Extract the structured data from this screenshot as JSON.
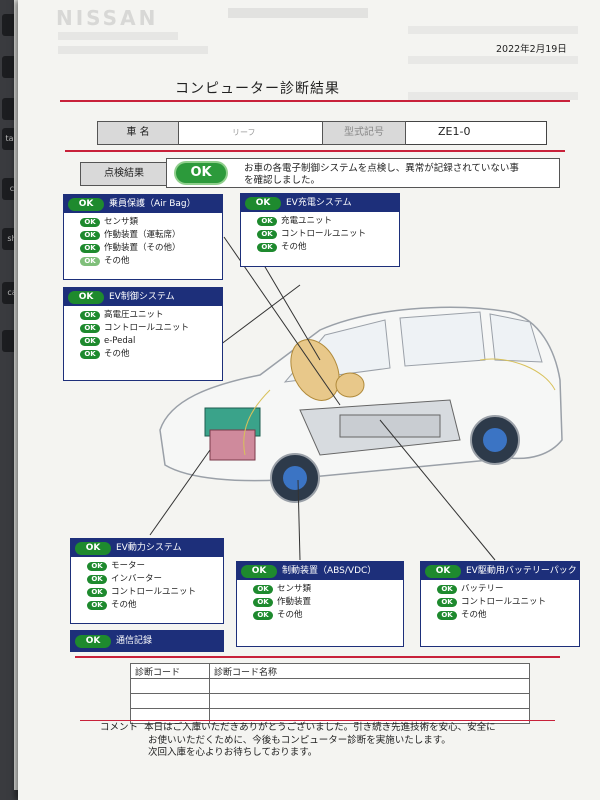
{
  "header": {
    "date": "2022年2月19日",
    "title": "コンピューター診断結果"
  },
  "vehicle": {
    "name_label": "車 名",
    "name_value": "リーフ",
    "model_label": "型式記号",
    "model_value": "ZE1-0"
  },
  "inspection": {
    "label": "点検結果",
    "status": "OK",
    "message_line1": "お車の各電子制御システムを点検し、異常が記録されていない事",
    "message_line2": "を確認しました。"
  },
  "panels": {
    "airbag": {
      "status": "OK",
      "title": "乗員保護（Air Bag）",
      "items": [
        {
          "status": "OK",
          "label": "センサ類"
        },
        {
          "status": "OK",
          "label": "作動装置（運転席）"
        },
        {
          "status": "OK",
          "label": "作動装置（その他）"
        },
        {
          "status": "OK",
          "label": "その他"
        }
      ]
    },
    "charge": {
      "status": "OK",
      "title": "EV充電システム",
      "items": [
        {
          "status": "OK",
          "label": "充電ユニット"
        },
        {
          "status": "OK",
          "label": "コントロールユニット"
        },
        {
          "status": "OK",
          "label": "その他"
        }
      ]
    },
    "control": {
      "status": "OK",
      "title": "EV制御システム",
      "items": [
        {
          "status": "OK",
          "label": "高電圧ユニット"
        },
        {
          "status": "OK",
          "label": "コントロールユニット"
        },
        {
          "status": "OK",
          "label": "e-Pedal"
        },
        {
          "status": "OK",
          "label": "その他"
        }
      ]
    },
    "power": {
      "status": "OK",
      "title": "EV動力システム",
      "items": [
        {
          "status": "OK",
          "label": "モーター"
        },
        {
          "status": "OK",
          "label": "インバーター"
        },
        {
          "status": "OK",
          "label": "コントロールユニット"
        },
        {
          "status": "OK",
          "label": "その他"
        }
      ]
    },
    "brake": {
      "status": "OK",
      "title": "制動装置（ABS/VDC）",
      "items": [
        {
          "status": "OK",
          "label": "センサ類"
        },
        {
          "status": "OK",
          "label": "作動装置"
        },
        {
          "status": "OK",
          "label": "その他"
        }
      ]
    },
    "battery": {
      "status": "OK",
      "title": "EV駆動用バッテリーパック",
      "items": [
        {
          "status": "OK",
          "label": "バッテリー"
        },
        {
          "status": "OK",
          "label": "コントロールユニット"
        },
        {
          "status": "OK",
          "label": "その他"
        }
      ]
    },
    "comm": {
      "status": "OK",
      "title": "通信記録"
    }
  },
  "diag_table": {
    "col1": "診断コード",
    "col2": "診断コード名称"
  },
  "comment": {
    "label": "コメント",
    "line1": "本日はご入庫いただきありがとうございました。引き続き先進技術を安心、安全に",
    "line2": "お使いいただくために、今後もコンピューター診断を実施いたします。",
    "line3": "次回入庫を心よりお待ちしております。"
  },
  "laptop_keys": [
    "tab",
    "c",
    "sh",
    "ca"
  ],
  "colors": {
    "ok_green": "#1e8a2e",
    "panel_blue": "#1d2f7a",
    "accent_red": "#c8213a"
  }
}
